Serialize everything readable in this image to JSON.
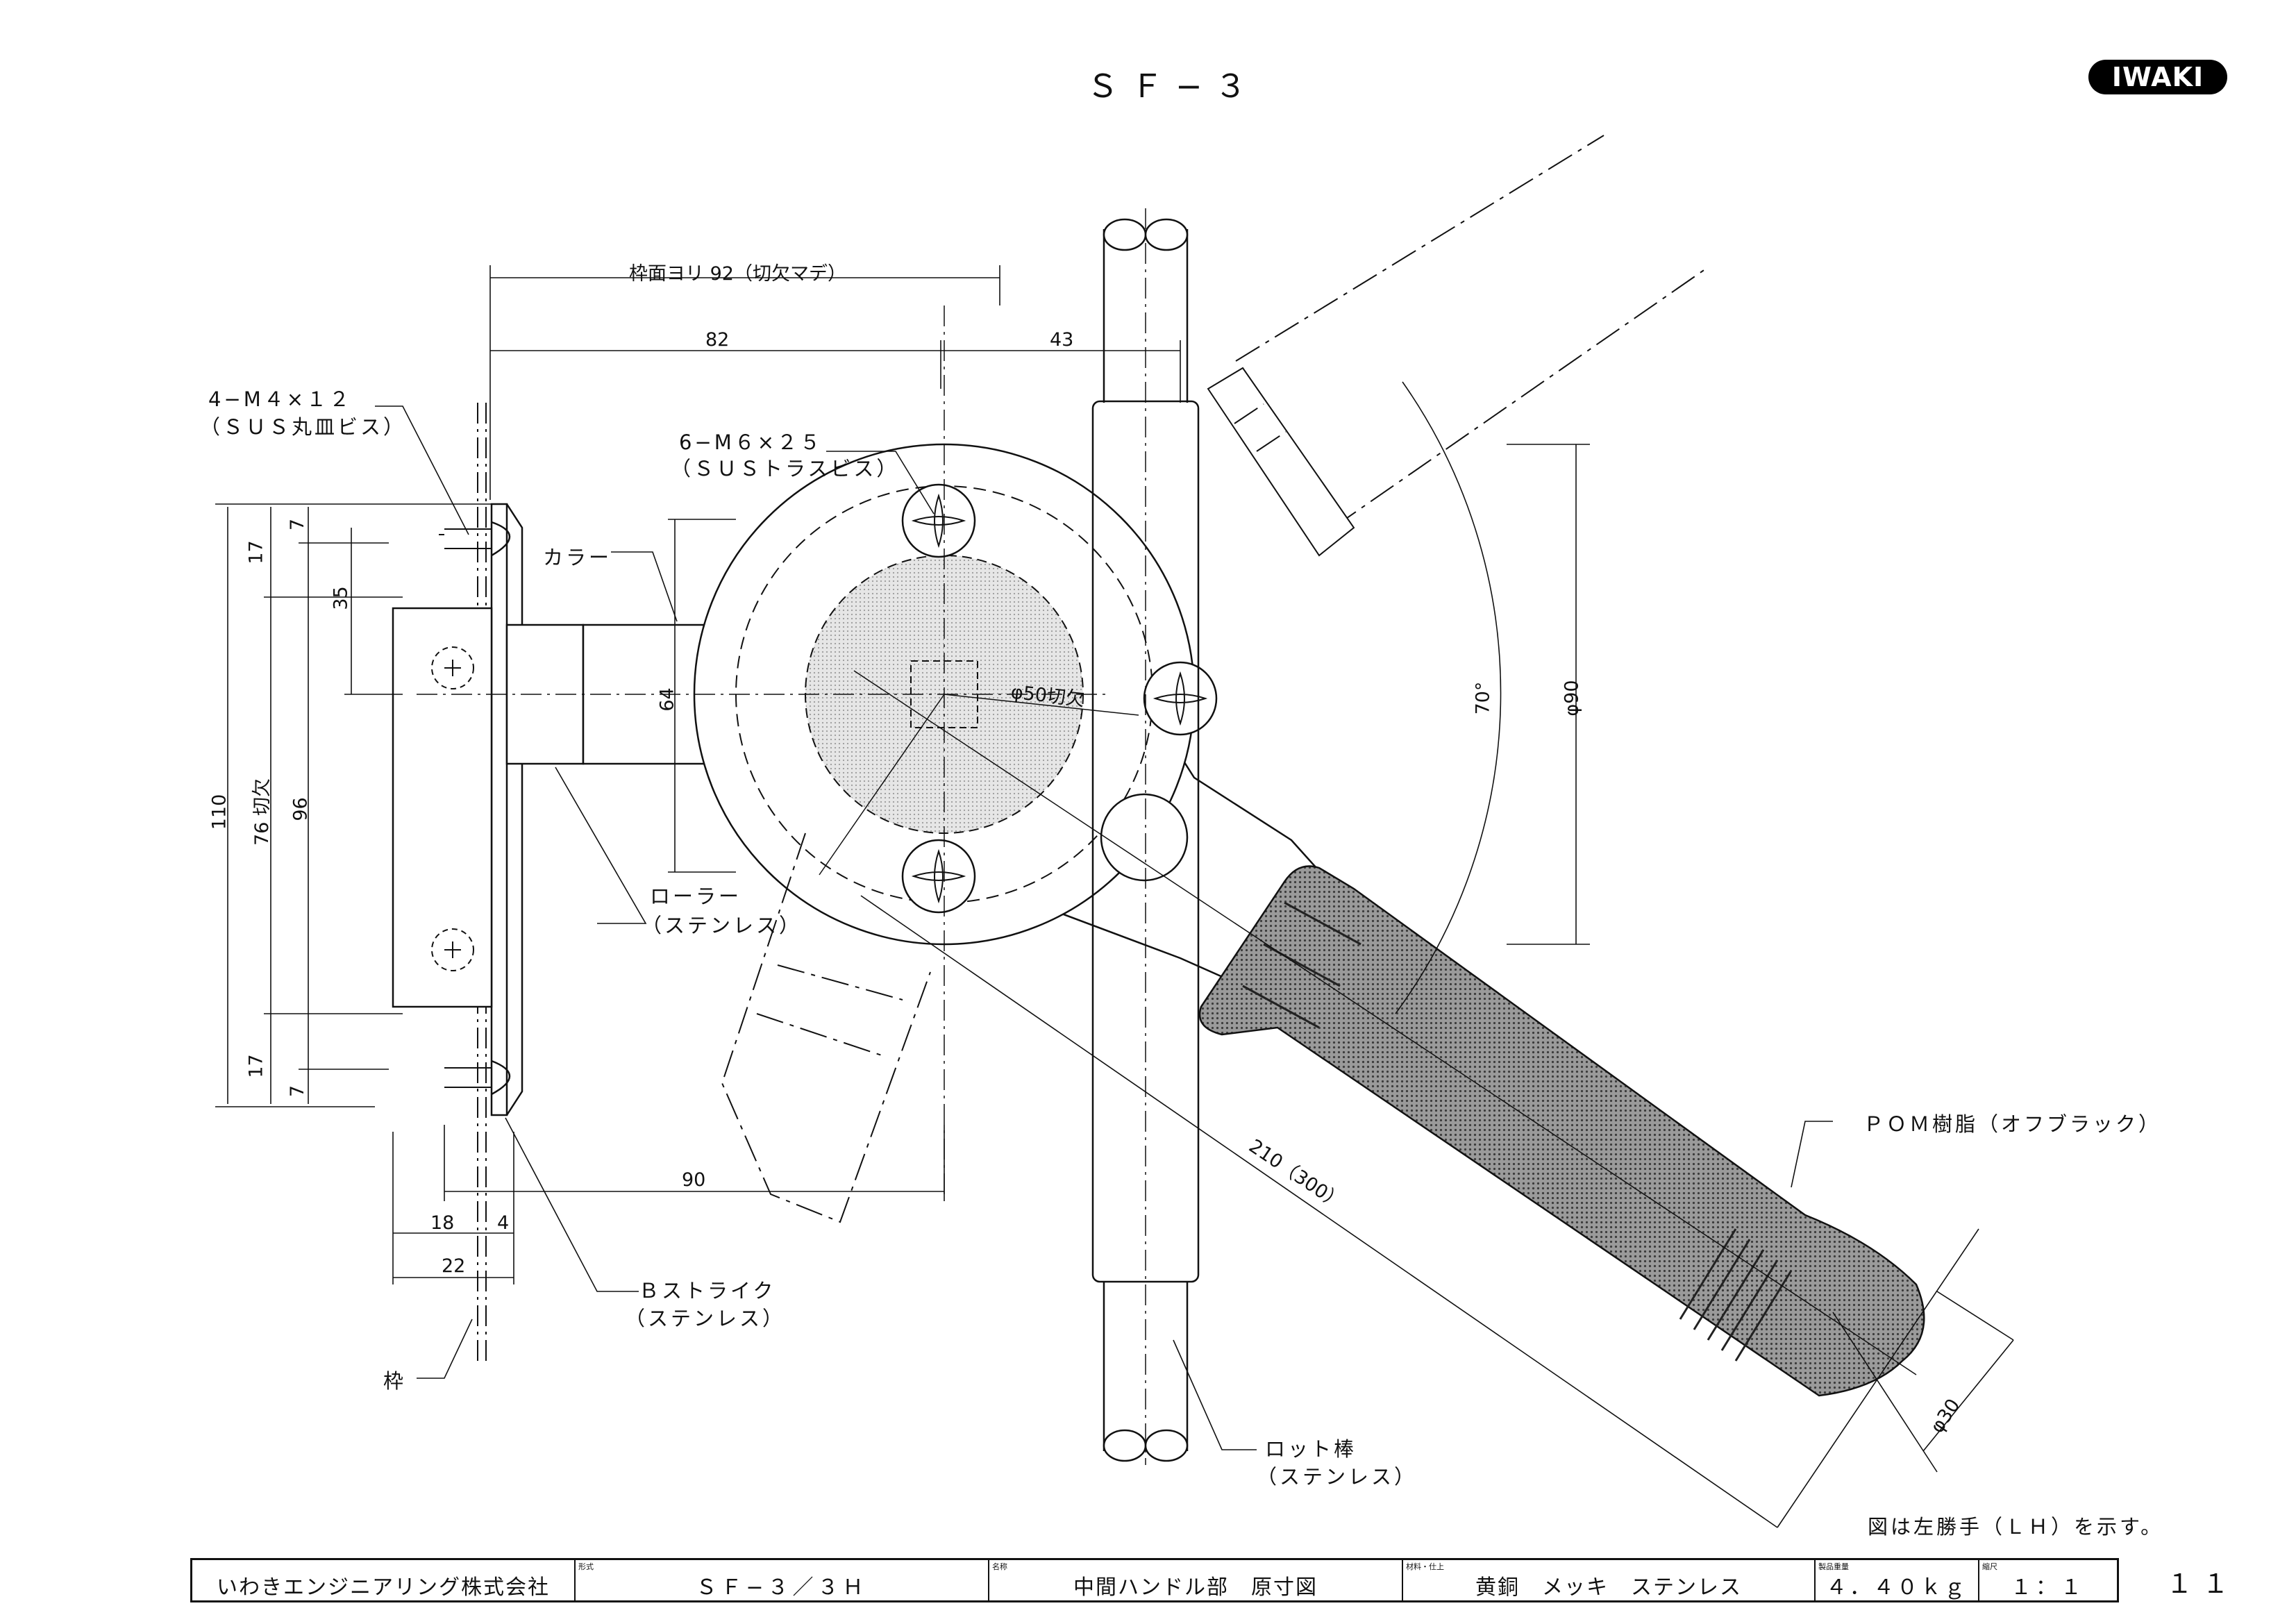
{
  "header": {
    "title": "ＳＦ−３",
    "logo": "IWAKI"
  },
  "labels": {
    "screws_frame_1": "4−M４×１２",
    "screws_frame_2": "（ＳＵＳ丸皿ビス）",
    "screws_truss_1": "6−M６×２５",
    "screws_truss_2": "（ＳＵＳトラスビス）",
    "collar": "カラー",
    "roller_1": "ローラー",
    "roller_2": "（ステンレス）",
    "strike_1": "Ｂストライク",
    "strike_2": "（ステンレス）",
    "frame": "枠",
    "rod_1": "ロット棒",
    "rod_2": "（ステンレス）",
    "grip": "ＰＯＭ樹脂（オフブラック）",
    "note": "図は左勝手（ＬＨ）を示す。"
  },
  "dimensions": {
    "from_frame": "枠面ヨリ 92（切欠マデ）",
    "d82": "82",
    "d43": "43",
    "d17_top": "17",
    "d7_top": "7",
    "d35": "35",
    "d64": "64",
    "d110": "110",
    "d76": "76 切欠",
    "d96": "96",
    "d17_bottom": "17",
    "d7_bottom": "7",
    "d90_horizontal": "90",
    "d18": "18",
    "d4": "4",
    "d22": "22",
    "phi50": "φ50切欠",
    "angle70": "70°",
    "phi90": "φ90",
    "len210": "210（300）",
    "phi30": "φ30"
  },
  "title_block": {
    "company": "いわきエンジニアリング株式会社",
    "model_caption": "形式",
    "model": "ＳＦ−３／３Ｈ",
    "name_caption": "名称",
    "name": "中間ハンドル部　原寸図",
    "material_caption": "材料・仕上",
    "material": "黄銅　メッキ　ステンレス",
    "weight_caption": "製品重量",
    "weight": "４．４０ｋｇ",
    "scale_caption": "縮尺",
    "scale": "１：１"
  },
  "page_number": "１１",
  "colors": {
    "ink": "#111111",
    "grip_fill": "#8a8a8a",
    "cutout_fill": "#d9d9d9"
  }
}
